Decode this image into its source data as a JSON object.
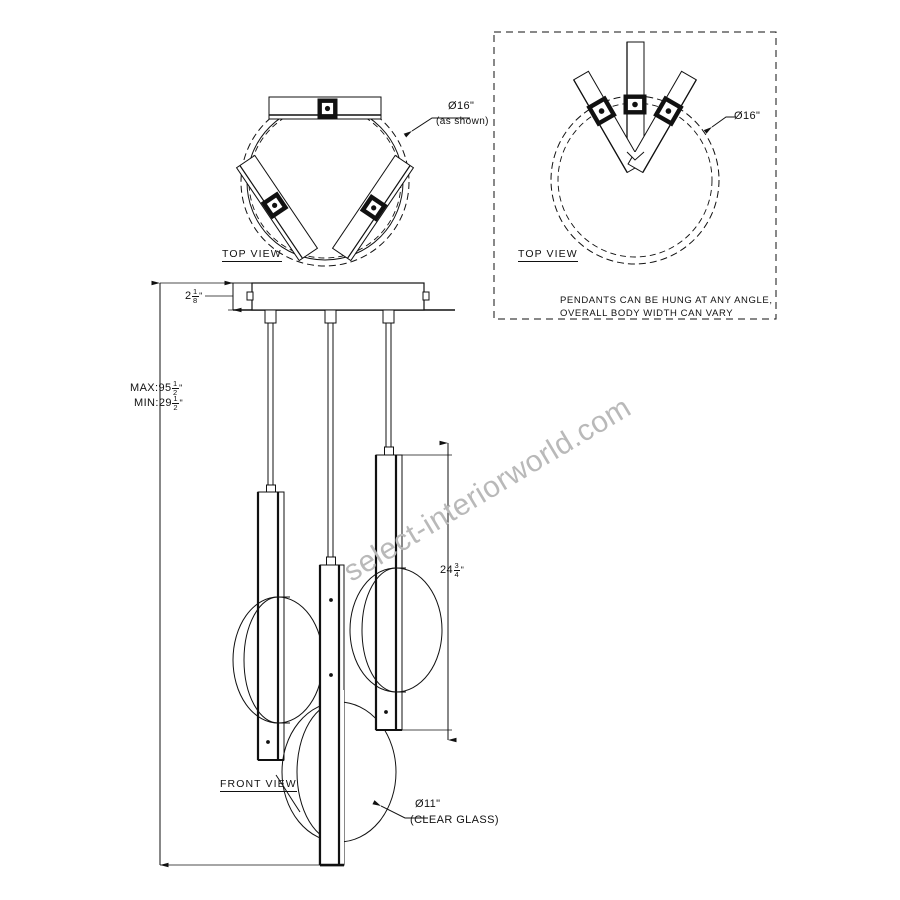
{
  "drawing": {
    "watermark": "select-interiorworld.com",
    "background_color": "#ffffff",
    "line_color": "#111111",
    "watermark_color": "#b9b9b9"
  },
  "views": {
    "top_view_left": {
      "name": "TOP VIEW",
      "diameter_label": "Ø16\"",
      "diameter_note": "(as shown)"
    },
    "top_view_right": {
      "name": "TOP VIEW",
      "diameter_label": "Ø16\"",
      "note_line_1": "PENDANTS CAN BE HUNG AT ANY ANGLE,",
      "note_line_2": "OVERALL BODY WIDTH CAN VARY"
    },
    "front_view": {
      "name": "FRONT VIEW",
      "canopy_height_whole": "2",
      "canopy_height_num": "1",
      "canopy_height_den": "8",
      "canopy_height_unit": "\"",
      "max_prefix": "MAX:",
      "max_whole": "95",
      "max_num": "1",
      "max_den": "2",
      "max_unit": "\"",
      "min_prefix": "MIN:",
      "min_whole": "29",
      "min_num": "1",
      "min_den": "2",
      "min_unit": "\"",
      "body_height_whole": "24",
      "body_height_num": "3",
      "body_height_den": "4",
      "body_height_unit": "\"",
      "glass_diameter": "Ø11\"",
      "glass_material": "(CLEAR GLASS)"
    }
  }
}
